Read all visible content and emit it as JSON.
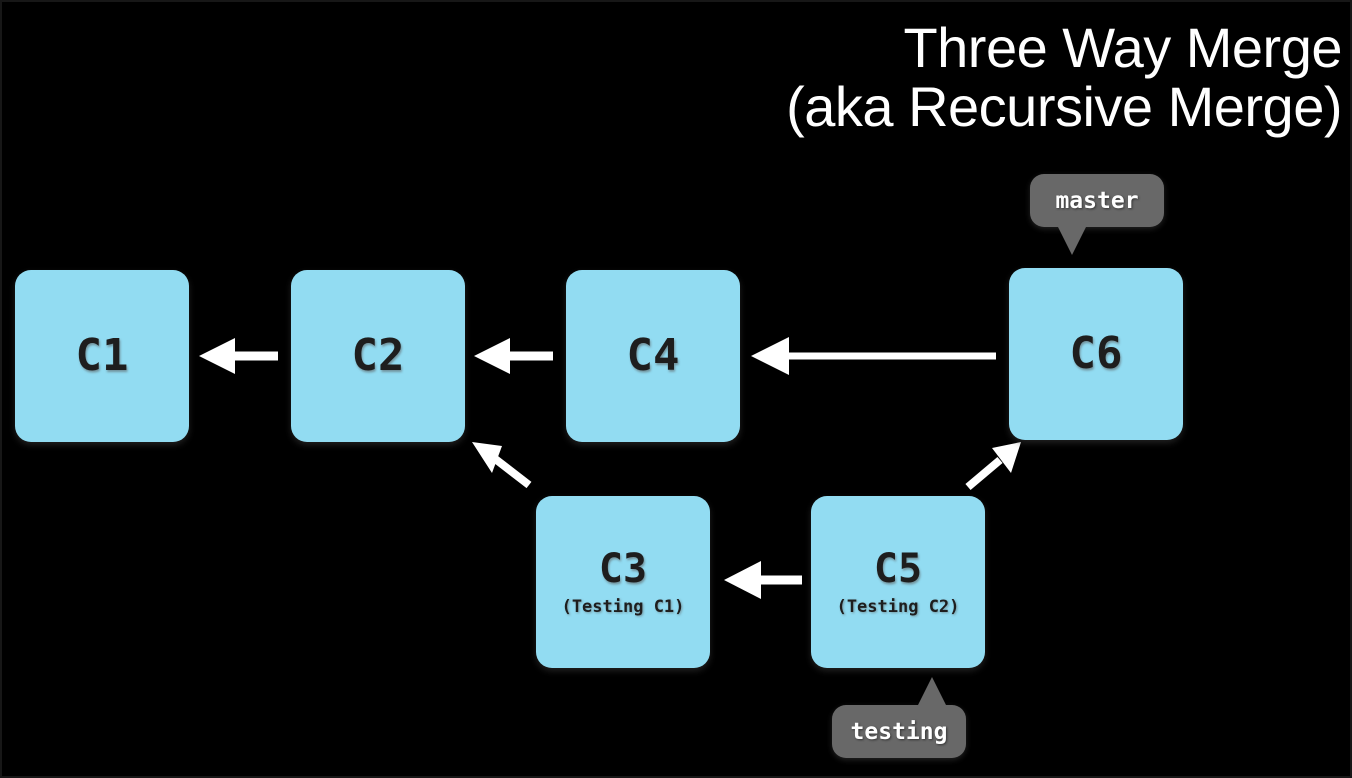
{
  "slide": {
    "background_color": "#000000",
    "node_color": "#92dcf2",
    "tag_color": "#686868",
    "arrow_color": "#ffffff",
    "text_color": "#1e1e1e",
    "title_color": "#ffffff"
  },
  "title": {
    "line1": "Three Way Merge",
    "line2": "(aka Recursive Merge)"
  },
  "commits": [
    {
      "id": "C1",
      "subtitle": ""
    },
    {
      "id": "C2",
      "subtitle": ""
    },
    {
      "id": "C4",
      "subtitle": ""
    },
    {
      "id": "C6",
      "subtitle": ""
    },
    {
      "id": "C3",
      "subtitle": "(Testing C1)"
    },
    {
      "id": "C5",
      "subtitle": "(Testing C2)"
    }
  ],
  "tags": [
    {
      "name": "master",
      "points_to": "C6",
      "direction": "down"
    },
    {
      "name": "testing",
      "points_to": "C5",
      "direction": "up"
    }
  ],
  "edges": [
    {
      "from": "C2",
      "to": "C1",
      "style": "horizontal"
    },
    {
      "from": "C4",
      "to": "C2",
      "style": "horizontal"
    },
    {
      "from": "C6",
      "to": "C4",
      "style": "horizontal-long"
    },
    {
      "from": "C3",
      "to": "C2",
      "style": "diagonal-up-left"
    },
    {
      "from": "C5",
      "to": "C3",
      "style": "horizontal"
    },
    {
      "from": "C5",
      "to": "C6",
      "style": "diagonal-up-right"
    }
  ]
}
